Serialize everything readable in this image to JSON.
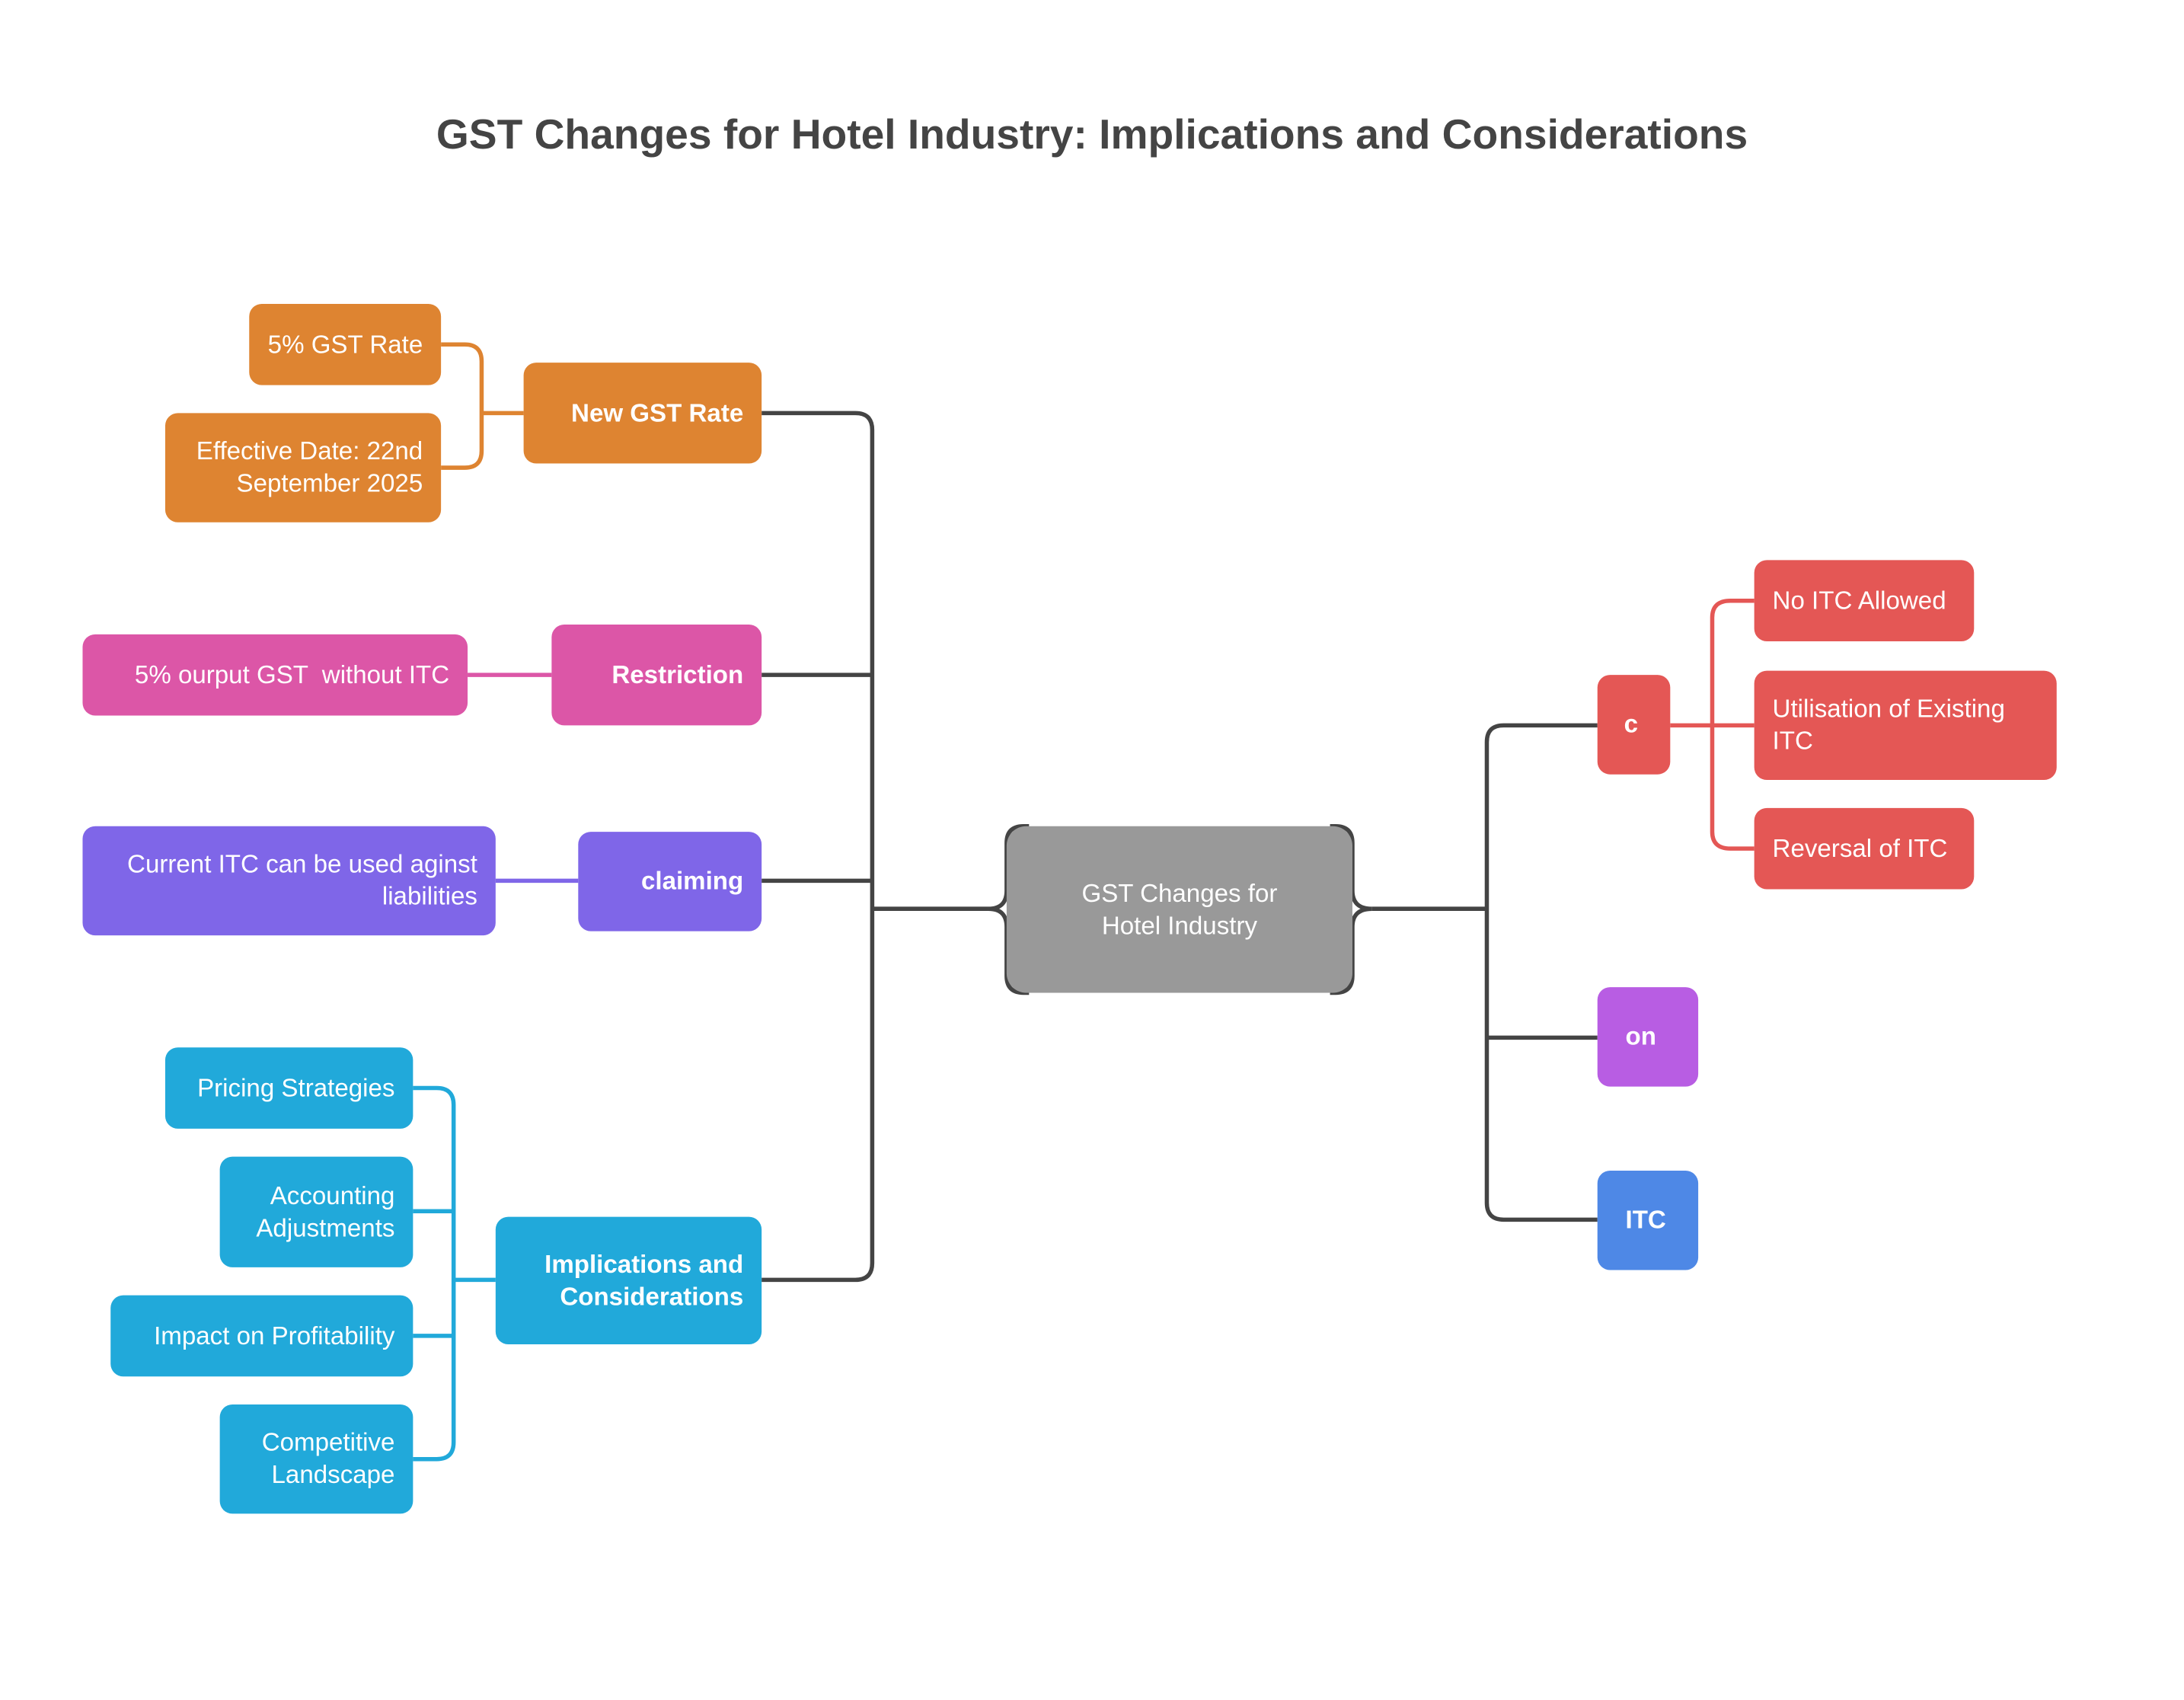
{
  "title": "GST Changes for Hotel Industry: Implications and Considerations",
  "center": "GST Changes for Hotel Industry",
  "colors": {
    "orange": "#DE8431",
    "pink": "#DC56A7",
    "purple": "#7F66E8",
    "cyan": "#21A9DA",
    "red": "#E45755",
    "violet": "#B85DE3",
    "blue": "#4E88E6",
    "line": "#444444",
    "center": "#999999"
  },
  "left": {
    "new_rate": {
      "label": "New GST Rate",
      "children": [
        "5% GST Rate",
        "Effective Date: 22nd September 2025"
      ]
    },
    "restriction": {
      "label": "Restriction",
      "children": [
        "5% ourput GST  without ITC"
      ]
    },
    "claiming": {
      "label": "claiming",
      "children": [
        "Current ITC can be used aginst liabilities"
      ]
    },
    "implications": {
      "label": "Implications and Considerations",
      "children": [
        "Pricing Strategies",
        "Accounting Adjustments",
        "Impact on Profitability",
        "Competitive Landscape"
      ]
    }
  },
  "right": {
    "c": {
      "label": "c",
      "children": [
        "No ITC Allowed",
        "Utilisation of Existing ITC",
        "Reversal of ITC"
      ]
    },
    "on": {
      "label": "on"
    },
    "itc": {
      "label": "ITC"
    }
  }
}
